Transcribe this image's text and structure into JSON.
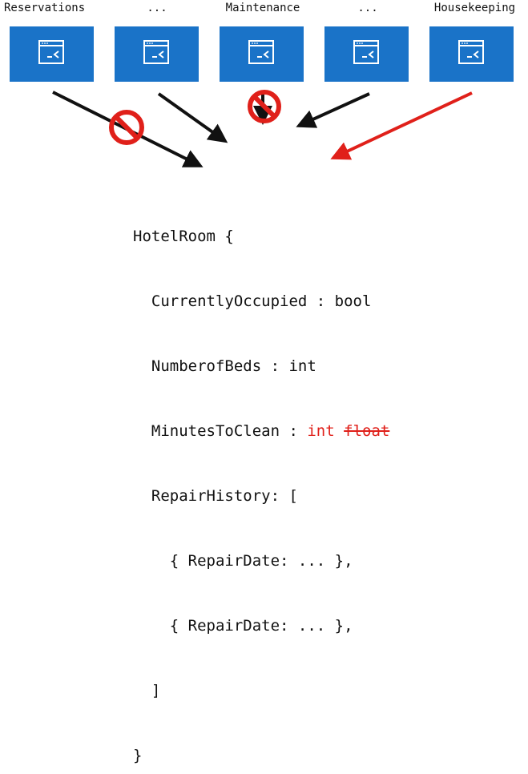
{
  "services": [
    {
      "label": "Reservations"
    },
    {
      "label": "..."
    },
    {
      "label": "Maintenance"
    },
    {
      "label": "..."
    },
    {
      "label": "Housekeeping"
    }
  ],
  "colors": {
    "box": "#1a73c8",
    "arrow": "#111111",
    "highlight": "#e0201a",
    "forbidden": "#e0201a"
  },
  "code": {
    "open": "HotelRoom {",
    "field1_name": "CurrentlyOccupied : bool",
    "field2_name": "NumberofBeds : int",
    "field3_name": "MinutesToClean : ",
    "field3_new_type": "int",
    "field3_old_type": "float",
    "field4_name": "RepairHistory: [",
    "item1": "{ RepairDate: ... },",
    "item2": "{ RepairDate: ... },",
    "array_close": "]",
    "close": "}"
  }
}
